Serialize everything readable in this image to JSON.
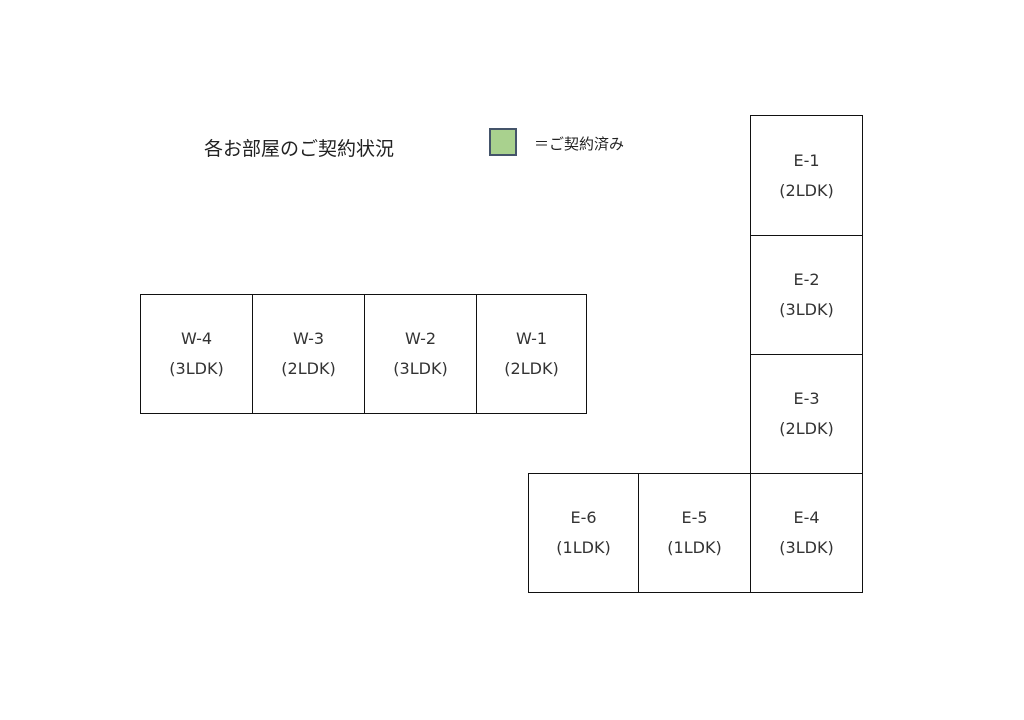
{
  "title": "各お部屋のご契約状況",
  "legend": {
    "label": "＝ご契約済み",
    "swatch_color": "#a9d18e"
  },
  "units": {
    "w4": {
      "name": "W-4",
      "type": "(3LDK)"
    },
    "w3": {
      "name": "W-3",
      "type": "(2LDK)"
    },
    "w2": {
      "name": "W-2",
      "type": "(3LDK)"
    },
    "w1": {
      "name": "W-1",
      "type": "(2LDK)"
    },
    "e1": {
      "name": "E-1",
      "type": "(2LDK)"
    },
    "e2": {
      "name": "E-2",
      "type": "(3LDK)"
    },
    "e3": {
      "name": "E-3",
      "type": "(2LDK)"
    },
    "e4": {
      "name": "E-4",
      "type": "(3LDK)"
    },
    "e5": {
      "name": "E-5",
      "type": "(1LDK)"
    },
    "e6": {
      "name": "E-6",
      "type": "(1LDK)"
    }
  }
}
